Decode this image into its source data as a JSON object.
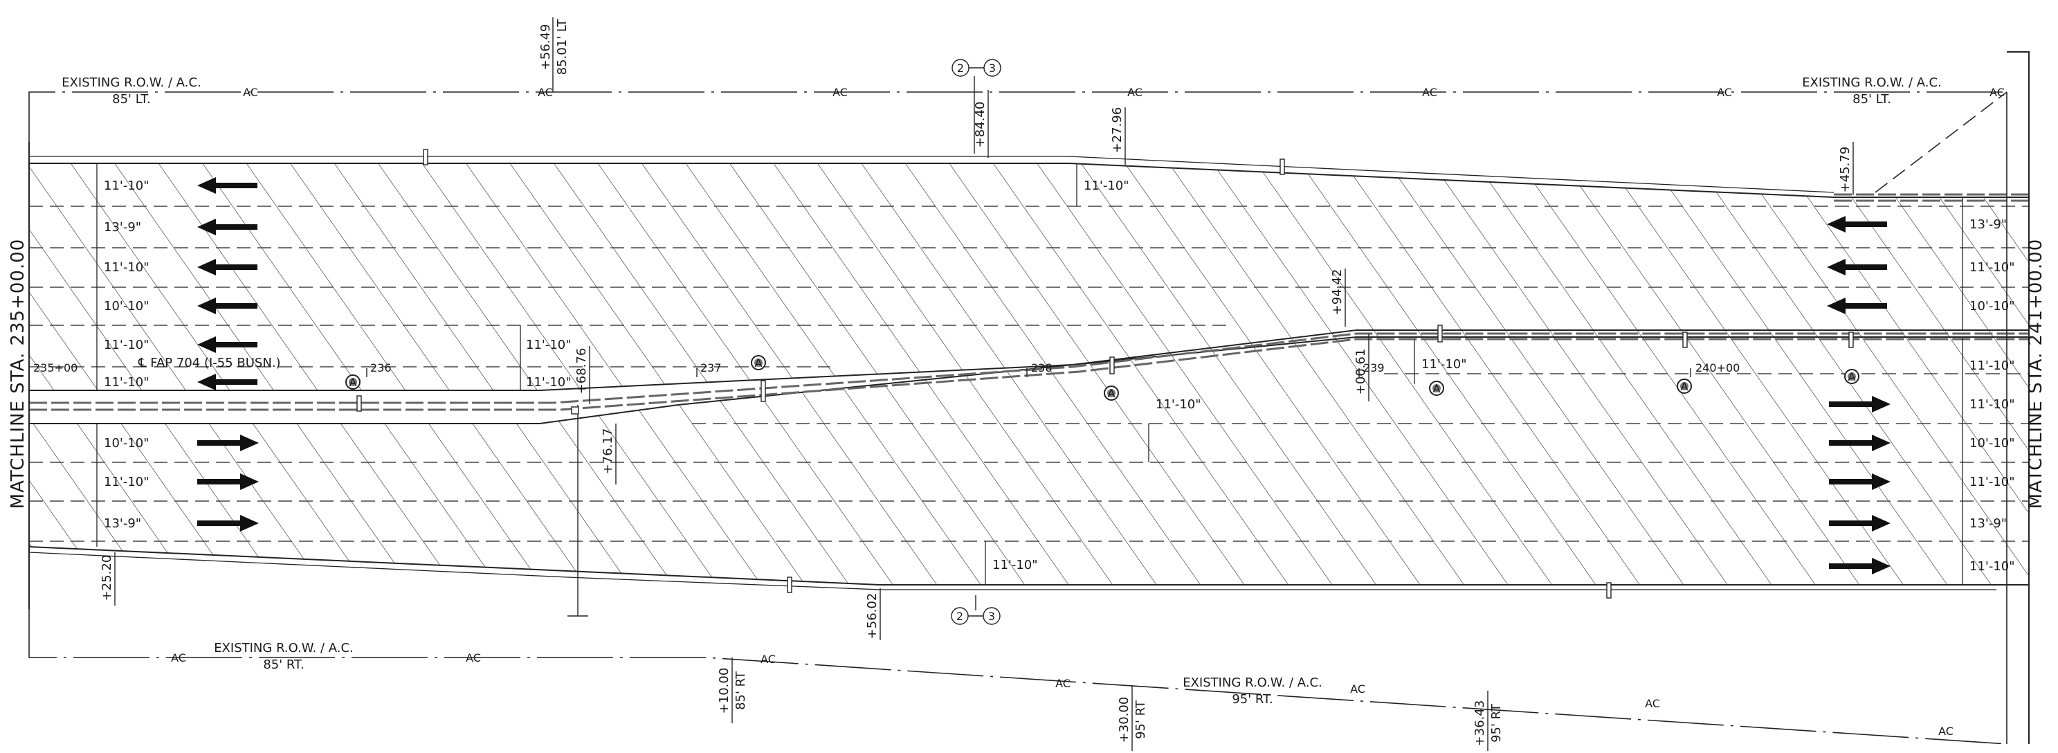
{
  "row_labels": {
    "top_left": {
      "title": "EXISTING R.O.W. / A.C.",
      "offset": "85' LT."
    },
    "top_right": {
      "title": "EXISTING R.O.W. / A.C.",
      "offset": "85' LT."
    },
    "bottom_left": {
      "title": "EXISTING R.O.W. / A.C.",
      "offset": "85' RT."
    },
    "bottom_right": {
      "title": "EXISTING R.O.W. / A.C.",
      "offset": "95' RT."
    }
  },
  "ac_marker": "AC",
  "matchlines": {
    "left": "MATCHLINE STA. 235+00.00",
    "right": "MATCHLINE STA. 241+00.00"
  },
  "centerline_label": "℄ FAP 704 (I-55 BUSN.)",
  "stations": [
    "235+00",
    "236",
    "237",
    "238",
    "239",
    "240+00"
  ],
  "station_offsets": {
    "top": {
      "sta": "+56.49",
      "off": "85.01' LT"
    },
    "b1": {
      "sta": "+10.00",
      "off": "85' RT"
    },
    "b2": {
      "sta": "+30.00",
      "off": "95' RT"
    },
    "b3": {
      "sta": "+36.43",
      "off": "95' RT"
    }
  },
  "section_marker": {
    "left": "2",
    "right": "3"
  },
  "station_callouts": {
    "c8440": "+84.40",
    "c2796": "+27.96",
    "c4579": "+45.79",
    "c9442": "+94.42",
    "c6876": "+68.76",
    "c7617": "+76.17",
    "c0061": "+00.61",
    "c2520": "+25.20",
    "c5602": "+56.02"
  },
  "lane_widths": {
    "left_nb": [
      "11'-10\"",
      "13'-9\"",
      "11'-10\"",
      "10'-10\"",
      "11'-10\"",
      "11'-10\""
    ],
    "left_sb": [
      "10'-10\"",
      "11'-10\"",
      "13'-9\""
    ],
    "right_nb": [
      "13'-9\"",
      "11'-10\"",
      "10'-10\""
    ],
    "right_sb": [
      "11'-10\"",
      "11'-10\"",
      "10'-10\"",
      "11'-10\"",
      "13'-9\"",
      "11'-10\""
    ],
    "taper_top": "11'-10\"",
    "median_left_1": "11'-10\"",
    "median_left_2": "11'-10\"",
    "median_mid": "11'-10\"",
    "median_right": "11'-10\"",
    "bottom_taper": "11'-10\""
  },
  "keynote_symbol": "A"
}
